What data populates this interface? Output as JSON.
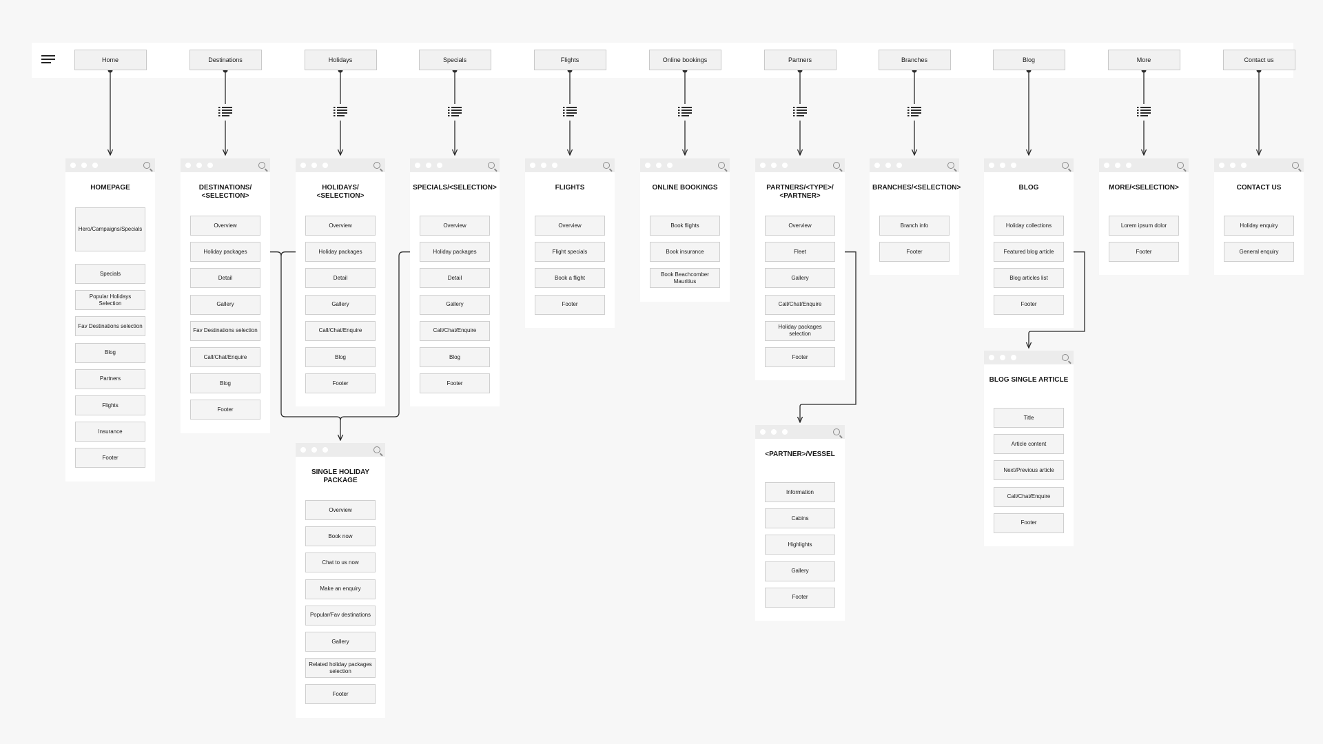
{
  "nav": [
    "Home",
    "Destinations",
    "Holidays",
    "Specials",
    "Flights",
    "Online bookings",
    "Partners",
    "Branches",
    "Blog",
    "More",
    "Contact us"
  ],
  "nav_expand": [
    false,
    true,
    true,
    true,
    true,
    true,
    true,
    true,
    false,
    true,
    false
  ],
  "pages": [
    {
      "id": "homepage",
      "title": "HOMEPAGE",
      "items": [
        "Hero/Campaigns/Specials",
        "Specials",
        "Popular Holidays Selection",
        "Fav Destinations selection",
        "Blog",
        "Partners",
        "Flights",
        "Insurance",
        "Footer"
      ]
    },
    {
      "id": "destinations",
      "title": "DESTINATIONS/ <SELECTION>",
      "items": [
        "Overview",
        "Holiday packages",
        "Detail",
        "Gallery",
        "Fav Destinations selection",
        "Call/Chat/Enquire",
        "Blog",
        "Footer"
      ]
    },
    {
      "id": "holidays",
      "title": "HOLIDAYS/ <SELECTION>",
      "items": [
        "Overview",
        "Holiday packages",
        "Detail",
        "Gallery",
        "Call/Chat/Enquire",
        "Blog",
        "Footer"
      ]
    },
    {
      "id": "specials",
      "title": "SPECIALS/<SELECTION>",
      "items": [
        "Overview",
        "Holiday packages",
        "Detail",
        "Gallery",
        "Call/Chat/Enquire",
        "Blog",
        "Footer"
      ]
    },
    {
      "id": "flights",
      "title": "FLIGHTS",
      "items": [
        "Overview",
        "Flight specials",
        "Book a flight",
        "Footer"
      ]
    },
    {
      "id": "online-bookings",
      "title": "ONLINE BOOKINGS",
      "items": [
        "Book flights",
        "Book insurance",
        "Book Beachcomber Mauritius"
      ]
    },
    {
      "id": "partners",
      "title": "PARTNERS/<TYPE>/ <PARTNER>",
      "items": [
        "Overview",
        "Fleet",
        "Gallery",
        "Call/Chat/Enquire",
        "Holiday packages selection",
        "Footer"
      ]
    },
    {
      "id": "branches",
      "title": "BRANCHES/<SELECTION>",
      "items": [
        "Branch info",
        "Footer"
      ]
    },
    {
      "id": "blog",
      "title": "BLOG",
      "items": [
        "Holiday collections",
        "Featured blog article",
        "Blog articles list",
        "Footer"
      ]
    },
    {
      "id": "more",
      "title": "MORE/<SELECTION>",
      "items": [
        "Lorem ipsum dolor",
        "Footer"
      ]
    },
    {
      "id": "contact",
      "title": "CONTACT US",
      "items": [
        "Holiday enquiry",
        "General enquiry"
      ]
    },
    {
      "id": "single-holiday",
      "title": "SINGLE HOLIDAY PACKAGE",
      "items": [
        "Overview",
        "Book now",
        "Chat to us now",
        "Make an enquiry",
        "Popular/Fav destinations",
        "Gallery",
        "Related holiday packages selection",
        "Footer"
      ]
    },
    {
      "id": "partner-vessel",
      "title": "<PARTNER>/VESSEL",
      "items": [
        "Information",
        "Cabins",
        "Highlights",
        "Gallery",
        "Footer"
      ]
    },
    {
      "id": "blog-single",
      "title": "BLOG SINGLE ARTICLE",
      "items": [
        "Title",
        "Article content",
        "Next/Previous article",
        "Call/Chat/Enquire",
        "Footer"
      ]
    }
  ],
  "colors": {
    "line": "#2a2a2a",
    "panel": "#ffffff",
    "box": "#f4f4f4",
    "border": "#cfcfcf",
    "background": "#f7f7f7"
  }
}
